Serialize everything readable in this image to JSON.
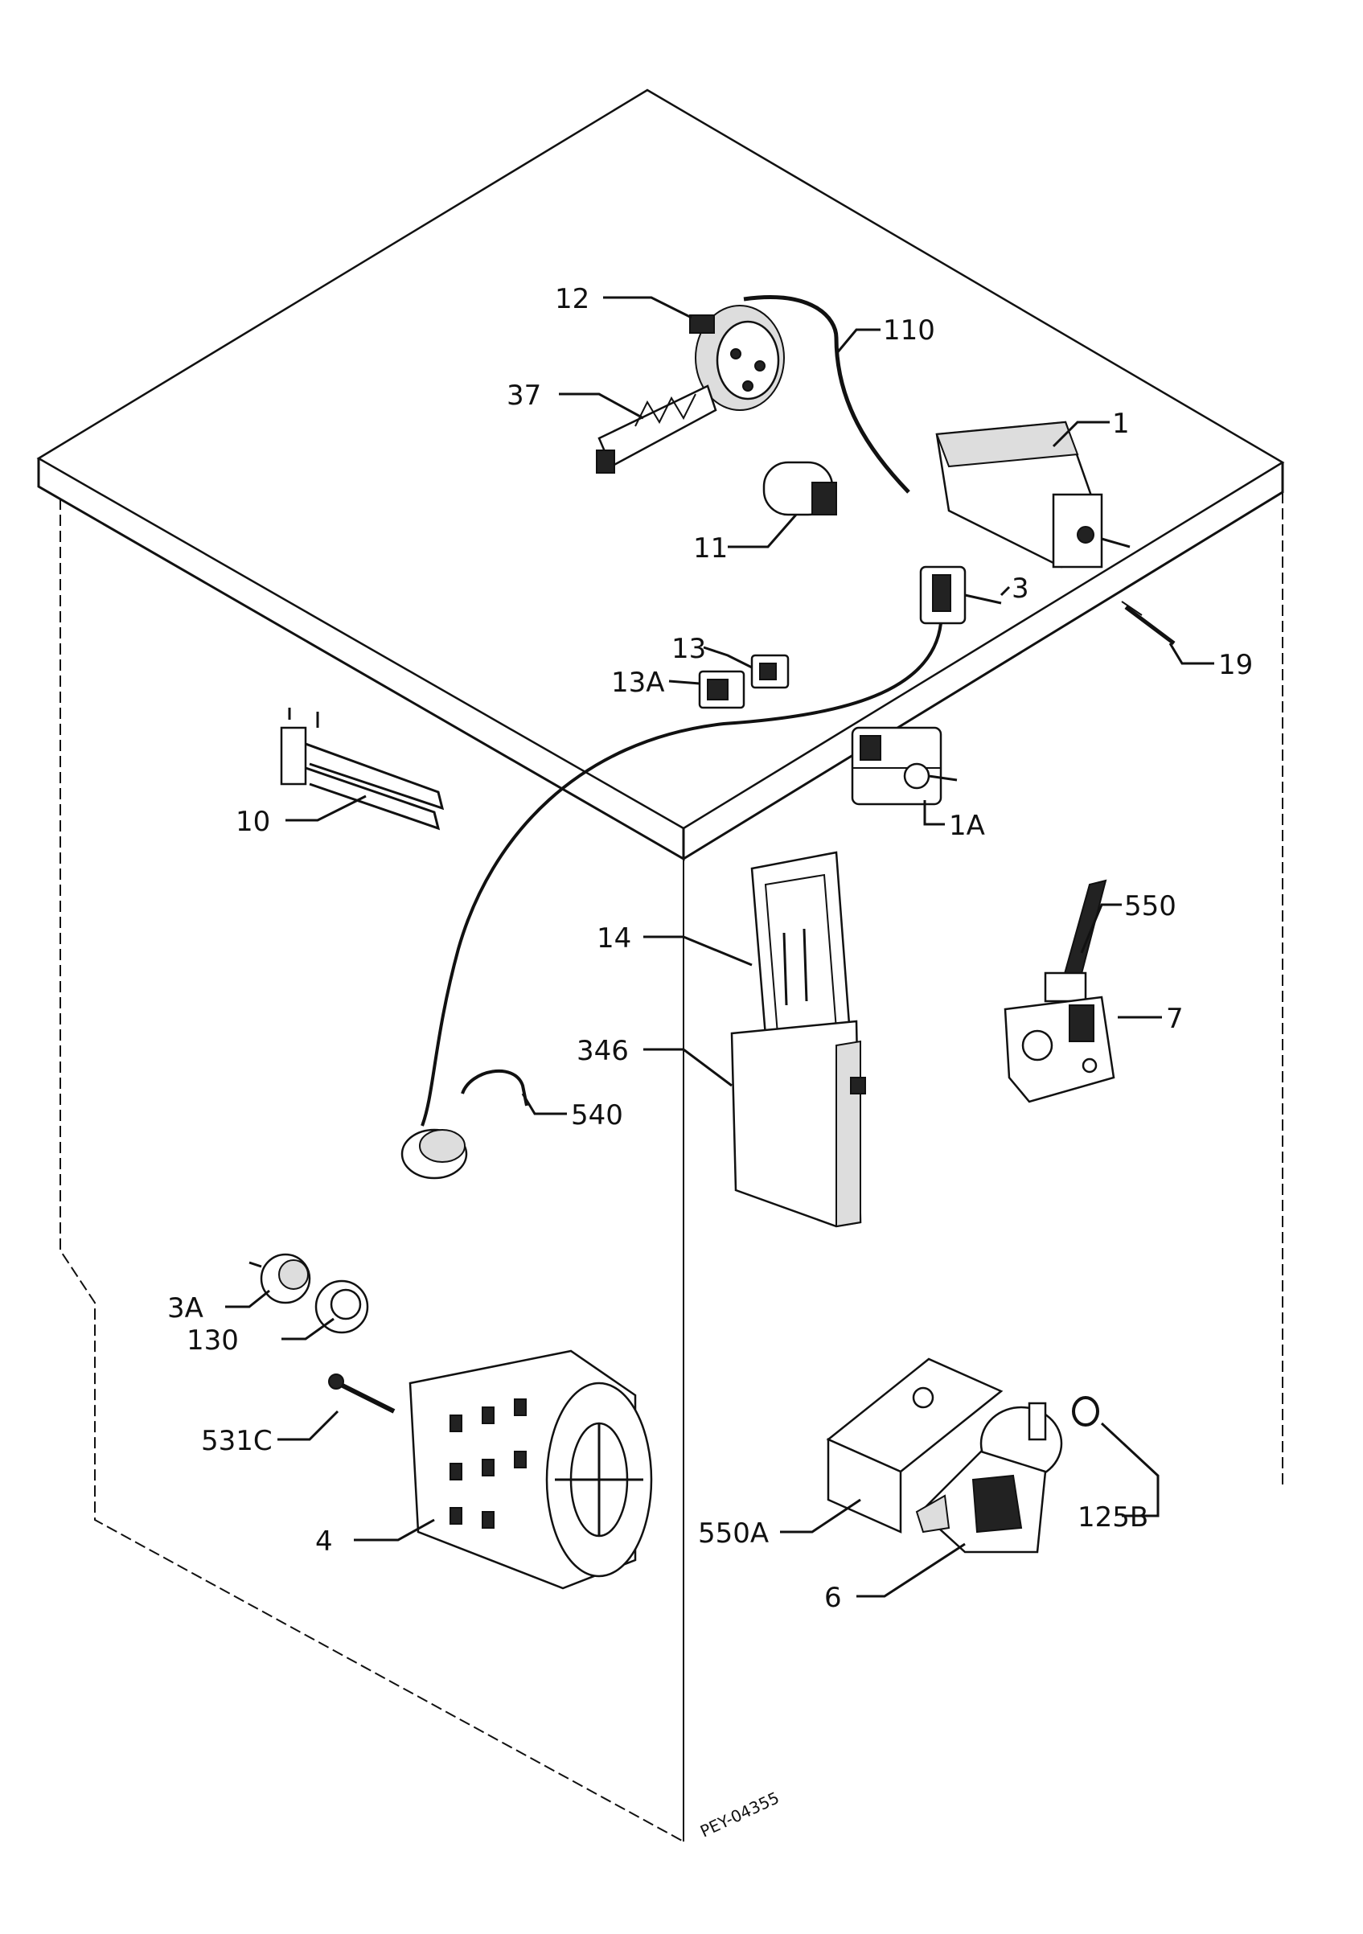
{
  "diagram": {
    "reference_code": "PEY-04355",
    "callouts": [
      {
        "id": "12",
        "label": "12"
      },
      {
        "id": "110",
        "label": "110"
      },
      {
        "id": "37",
        "label": "37"
      },
      {
        "id": "1",
        "label": "1"
      },
      {
        "id": "11",
        "label": "11"
      },
      {
        "id": "3",
        "label": "3"
      },
      {
        "id": "19",
        "label": "19"
      },
      {
        "id": "13",
        "label": "13"
      },
      {
        "id": "13A",
        "label": "13A"
      },
      {
        "id": "10",
        "label": "10"
      },
      {
        "id": "1A",
        "label": "1A"
      },
      {
        "id": "550",
        "label": "550"
      },
      {
        "id": "14",
        "label": "14"
      },
      {
        "id": "7",
        "label": "7"
      },
      {
        "id": "346",
        "label": "346"
      },
      {
        "id": "540",
        "label": "540"
      },
      {
        "id": "3A",
        "label": "3A"
      },
      {
        "id": "130",
        "label": "130"
      },
      {
        "id": "531C",
        "label": "531C"
      },
      {
        "id": "4",
        "label": "4"
      },
      {
        "id": "550A",
        "label": "550A"
      },
      {
        "id": "125B",
        "label": "125B"
      },
      {
        "id": "6",
        "label": "6"
      }
    ]
  }
}
